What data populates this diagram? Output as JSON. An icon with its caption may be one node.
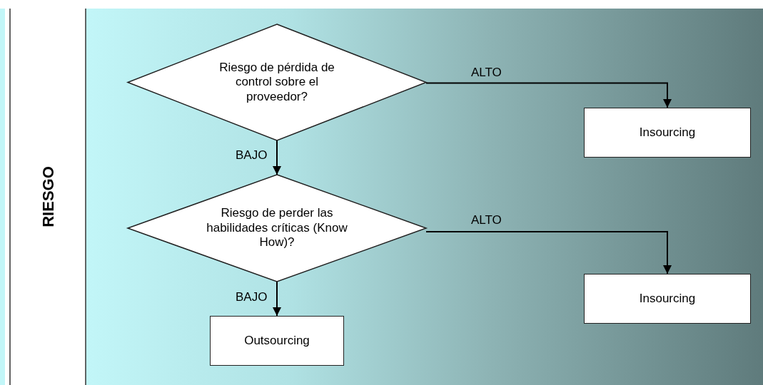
{
  "diagram": {
    "nodes": [
      {
        "text": [
          "RIESGO"
        ]
      },
      {
        "text": [
          "Riesgo de pérdida de control sobre el proveedor?"
        ]
      },
      {
        "text": [
          "Insourcing"
        ]
      },
      {
        "text": [
          "Riesgo de perder las habilidades críticas (Know How)?"
        ]
      },
      {
        "text": [
          "Insourcing"
        ]
      },
      {
        "text": [
          "Outsourcing"
        ]
      }
    ],
    "edges": [
      {
        "from": 1,
        "to": 2,
        "arrow": "to",
        "label": "ALTO"
      },
      {
        "from": 1,
        "to": 3,
        "arrow": "to",
        "label": "BAJO"
      },
      {
        "from": 3,
        "to": 4,
        "arrow": "to",
        "label": "ALTO"
      },
      {
        "from": 3,
        "to": 5,
        "arrow": "to",
        "label": "BAJO"
      }
    ]
  }
}
